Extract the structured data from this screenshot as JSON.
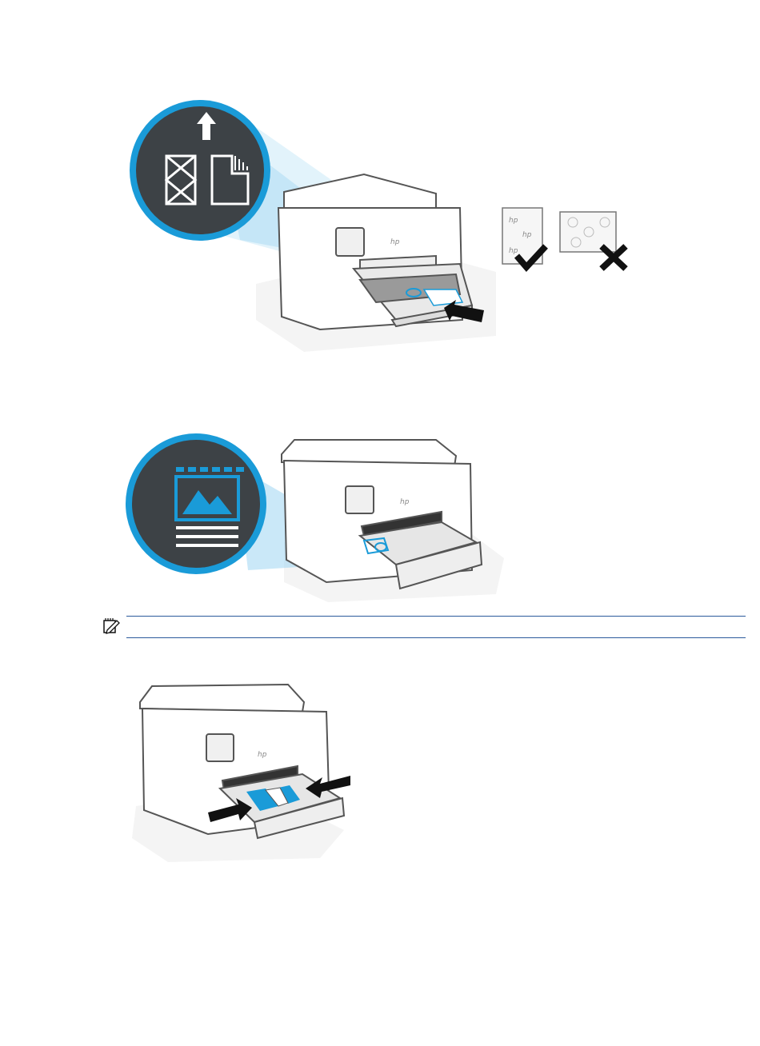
{
  "logo": {
    "brand": "hp"
  },
  "figures": [
    {
      "id": "load-envelope-figure",
      "icons": [
        "envelope-icon",
        "up-arrow-icon",
        "card-stack-icon",
        "push-arrow-icon",
        "checkmark-icon",
        "cross-icon"
      ]
    },
    {
      "id": "load-photo-paper-figure",
      "icons": [
        "photo-paper-icon"
      ]
    },
    {
      "id": "adjust-guides-figure",
      "icons": [
        "left-push-arrow-icon",
        "right-push-arrow-icon"
      ]
    }
  ],
  "note": {
    "icon": "note-icon",
    "text": ""
  },
  "colors": {
    "accent": "#1a9bd8",
    "badge": "#3d4246",
    "beam": "#9fd6f2",
    "rule": "#2b5a9c"
  }
}
